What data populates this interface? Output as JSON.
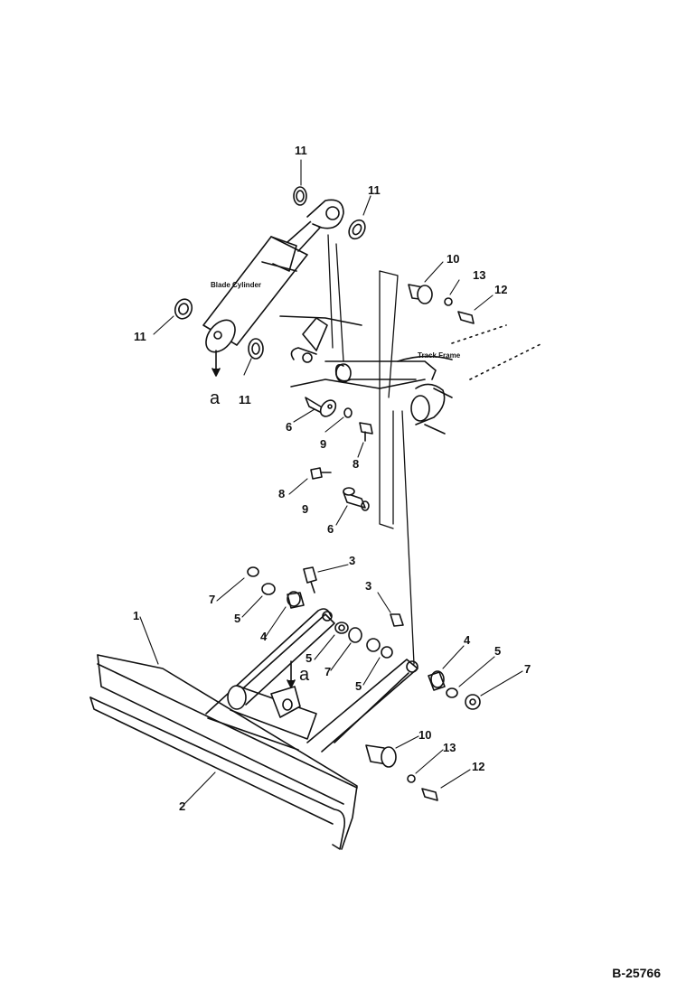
{
  "figure_number": "B-25766",
  "component_labels": {
    "blade_cylinder": "Blade Cylinder",
    "track_frame": "Track Frame"
  },
  "reference_marks": {
    "a_top": "a",
    "a_bottom": "a"
  },
  "callouts": [
    {
      "id": "c11a",
      "text": "11"
    },
    {
      "id": "c11b",
      "text": "11"
    },
    {
      "id": "c11c",
      "text": "11"
    },
    {
      "id": "c11d",
      "text": "11"
    },
    {
      "id": "c10a",
      "text": "10"
    },
    {
      "id": "c13a",
      "text": "13"
    },
    {
      "id": "c12a",
      "text": "12"
    },
    {
      "id": "c6a",
      "text": "6"
    },
    {
      "id": "c9a",
      "text": "9"
    },
    {
      "id": "c8a",
      "text": "8"
    },
    {
      "id": "c8b",
      "text": "8"
    },
    {
      "id": "c9b",
      "text": "9"
    },
    {
      "id": "c6b",
      "text": "6"
    },
    {
      "id": "c3a",
      "text": "3"
    },
    {
      "id": "c3b",
      "text": "3"
    },
    {
      "id": "c7a",
      "text": "7"
    },
    {
      "id": "c5a",
      "text": "5"
    },
    {
      "id": "c4a",
      "text": "4"
    },
    {
      "id": "c1",
      "text": "1"
    },
    {
      "id": "c5b",
      "text": "5"
    },
    {
      "id": "c7b",
      "text": "7"
    },
    {
      "id": "c5c",
      "text": "5"
    },
    {
      "id": "c4b",
      "text": "4"
    },
    {
      "id": "c5d",
      "text": "5"
    },
    {
      "id": "c7c",
      "text": "7"
    },
    {
      "id": "c10b",
      "text": "10"
    },
    {
      "id": "c13b",
      "text": "13"
    },
    {
      "id": "c12b",
      "text": "12"
    },
    {
      "id": "c2",
      "text": "2"
    }
  ]
}
